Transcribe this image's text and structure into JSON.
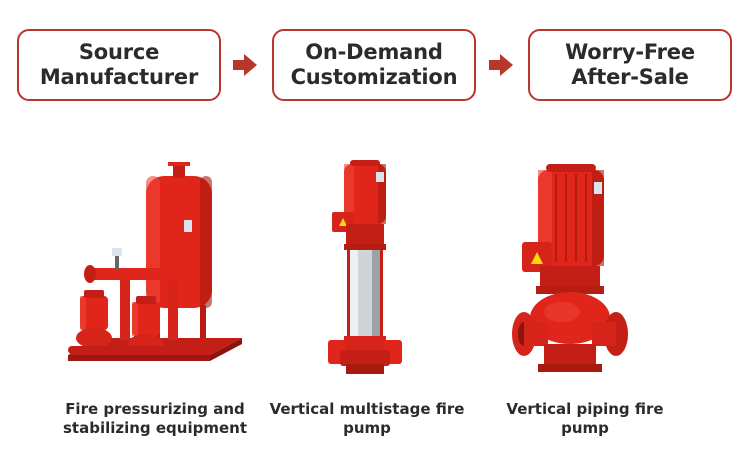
{
  "steps": [
    {
      "label": "Source\nManufacturer"
    },
    {
      "label": "On-Demand\nCustomization"
    },
    {
      "label": "Worry-Free\nAfter-Sale"
    }
  ],
  "products": [
    {
      "caption": "Fire pressurizing and\nstabilizing equipment",
      "image": "fire-pressurizing-equipment-photo"
    },
    {
      "caption": "Vertical multistage fire\npump",
      "image": "vertical-multistage-pump-photo"
    },
    {
      "caption": "Vertical piping fire pump",
      "image": "vertical-piping-pump-photo"
    }
  ],
  "colors": {
    "accent": "#b9362a",
    "pump_red": "#e0261b",
    "text": "#2b2b2b"
  },
  "icons": {
    "step_arrow": "arrow-right-icon"
  }
}
